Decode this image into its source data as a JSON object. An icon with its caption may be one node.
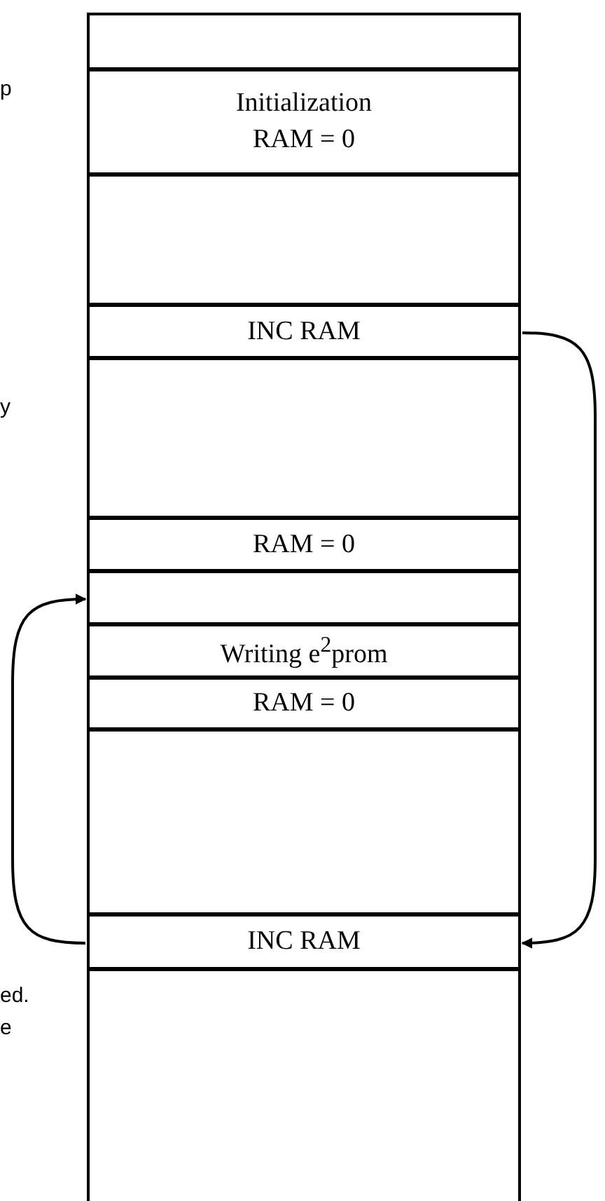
{
  "diagram": {
    "nodes": [
      {
        "text": [],
        "shape": "box"
      },
      {
        "text": [
          "Initialization",
          "RAM = 0"
        ]
      },
      {
        "text": [],
        "shape": "box"
      },
      {
        "text": [
          "INC RAM"
        ]
      },
      {
        "text": [],
        "shape": "box"
      },
      {
        "text": [
          "RAM = 0"
        ]
      },
      {
        "text": [],
        "shape": "box"
      },
      {
        "text": [
          "Writing e$^{2}$prom"
        ]
      },
      {
        "text": [
          "RAM = 0"
        ]
      },
      {
        "text": [],
        "shape": "box"
      },
      {
        "text": [
          "INC RAM"
        ]
      },
      {
        "text": [],
        "shape": "box"
      }
    ],
    "edges": [
      {
        "from": 3,
        "to": 10,
        "arrow": "to"
      },
      {
        "from": 10,
        "to": 6,
        "arrow": "to"
      }
    ],
    "labels": [
      "p",
      "y",
      "ed.",
      "e"
    ]
  }
}
